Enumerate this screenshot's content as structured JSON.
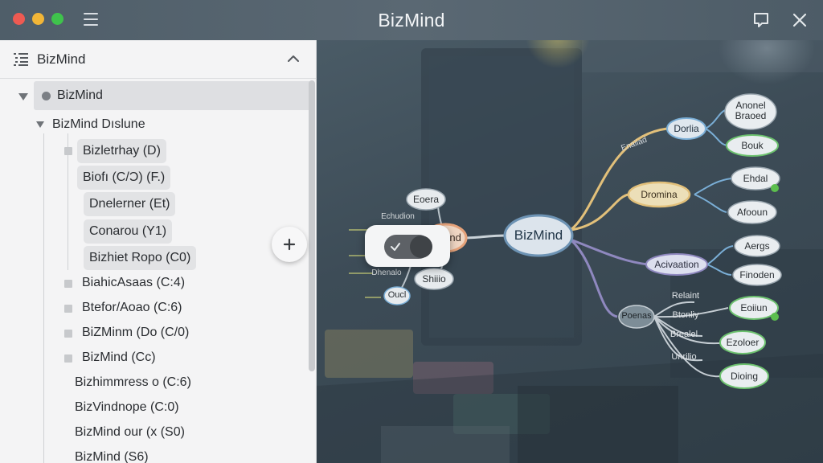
{
  "window": {
    "title": "BizMind",
    "traffic_colors": {
      "close": "#ee5a52",
      "minimize": "#f2b637",
      "zoom": "#3fc34c"
    },
    "icons": [
      "menu-icon",
      "comment-icon",
      "close-icon"
    ]
  },
  "sidebar": {
    "header": {
      "title": "BizMind",
      "icon": "outline-list-icon",
      "collapse_icon": "chevron-up-icon"
    },
    "root": {
      "label": "BizMind"
    },
    "subroot": {
      "label": "BizMind Dıslune"
    },
    "items": [
      {
        "label": "Bizletrhay (D)"
      },
      {
        "label": "Biofı (C/Ɔ) (F.)"
      },
      {
        "label": "Dnelerner (Et)"
      },
      {
        "label": "Conarou (Y1)"
      },
      {
        "label": "Bizhiet Ropo (C0)"
      },
      {
        "label": "BiahicAsaas (C:4)"
      },
      {
        "label": "Btefor/Aoao (C:6)"
      },
      {
        "label": "BiZMinm (Do (C/0)"
      },
      {
        "label": "BizMind (Cc)"
      },
      {
        "label": "Bizhimmress o (C:6)"
      },
      {
        "label": "BizVindnope (C:0)"
      },
      {
        "label": "BizMind our (x (S0)"
      },
      {
        "label": "BizMind (S6)"
      }
    ],
    "add_button_icon": "plus-icon"
  },
  "mindmap": {
    "center": "BizMind",
    "left_branch": {
      "label": "Wind",
      "children": [
        "Eoera",
        "Shiiio",
        "Oucl"
      ],
      "side_labels": [
        "Echudion",
        "Dhenalo"
      ]
    },
    "branches": [
      {
        "label": "Dorlia",
        "children": [
          "Anonel Braoed",
          "Bouk"
        ],
        "edge_label": "Enaiiad"
      },
      {
        "label": "Dromina",
        "children": [
          "Ehdal",
          "Afooun"
        ]
      },
      {
        "label": "Acivaation",
        "children": [
          "Aergs",
          "Finoden"
        ]
      },
      {
        "label": "Poenas",
        "children": [
          "Eoiiun",
          "Ezoloer",
          "Dioing"
        ],
        "edge_labels": [
          "Relaint",
          "Btonliy",
          "Brealel",
          "Unrilio"
        ]
      }
    ],
    "toggle": {
      "state": "on",
      "icon": "check-icon"
    },
    "accent_colors": {
      "center": "#5b86a8",
      "yellow_branch": "#e2c07a",
      "blue_branch": "#7aaed6",
      "purple_branch": "#8f88bf",
      "green_accent": "#6cc16e",
      "orange_node": "#e5a27a"
    }
  }
}
